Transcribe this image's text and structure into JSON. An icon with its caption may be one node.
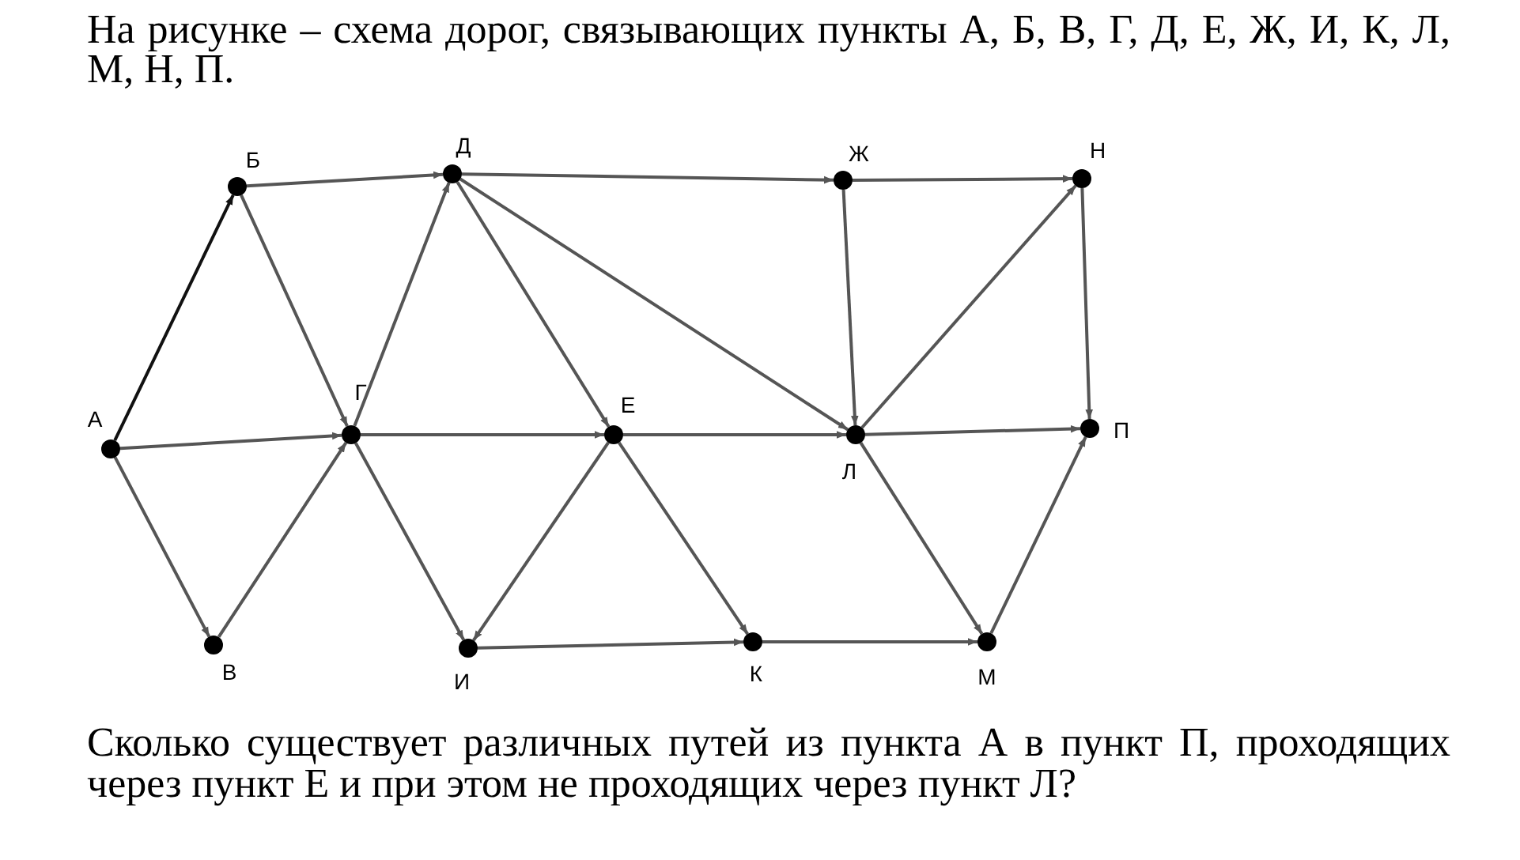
{
  "diagram": {
    "title": "На рисунке – схема дорог, связывающих пункты А, Б, В, Г, Д, Е, Ж, И, К, Л, М, Н, П.",
    "caption": "Сколько существует различных путей из пункта А в пункт П, проходящих через пункт Е и при этом не проходящих через пункт Л?",
    "nodes": [
      {
        "text": [],
        "shape": "circle",
        "beside": [
          "А"
        ]
      },
      {
        "text": [],
        "shape": "circle",
        "beside": [
          "Б"
        ]
      },
      {
        "text": [],
        "shape": "circle",
        "beside": [
          "В"
        ]
      },
      {
        "text": [],
        "shape": "circle",
        "beside": [
          "Г"
        ]
      },
      {
        "text": [],
        "shape": "circle",
        "beside": [
          "Д"
        ]
      },
      {
        "text": [],
        "shape": "circle",
        "beside": [
          "Е"
        ]
      },
      {
        "text": [],
        "shape": "circle",
        "beside": [
          "Ж"
        ]
      },
      {
        "text": [],
        "shape": "circle",
        "beside": [
          "И"
        ]
      },
      {
        "text": [],
        "shape": "circle",
        "beside": [
          "К"
        ]
      },
      {
        "text": [],
        "shape": "circle",
        "beside": [
          "Л"
        ]
      },
      {
        "text": [],
        "shape": "circle",
        "beside": [
          "М"
        ]
      },
      {
        "text": [],
        "shape": "circle",
        "beside": [
          "Н"
        ]
      },
      {
        "text": [],
        "shape": "circle",
        "beside": [
          "П"
        ]
      }
    ],
    "edges": [
      {
        "from": 0,
        "to": 1,
        "arrow": "to",
        "color": "#111111"
      },
      {
        "from": 0,
        "to": 3,
        "arrow": "to"
      },
      {
        "from": 0,
        "to": 2,
        "arrow": "to"
      },
      {
        "from": 1,
        "to": 4,
        "arrow": "to"
      },
      {
        "from": 1,
        "to": 3,
        "arrow": "to"
      },
      {
        "from": 2,
        "to": 3,
        "arrow": "to"
      },
      {
        "from": 3,
        "to": 4,
        "arrow": "to"
      },
      {
        "from": 3,
        "to": 5,
        "arrow": "to"
      },
      {
        "from": 3,
        "to": 7,
        "arrow": "to"
      },
      {
        "from": 4,
        "to": 6,
        "arrow": "to"
      },
      {
        "from": 4,
        "to": 5,
        "arrow": "to"
      },
      {
        "from": 4,
        "to": 9,
        "arrow": "to"
      },
      {
        "from": 5,
        "to": 9,
        "arrow": "to"
      },
      {
        "from": 5,
        "to": 7,
        "arrow": "to"
      },
      {
        "from": 5,
        "to": 8,
        "arrow": "to"
      },
      {
        "from": 6,
        "to": 11,
        "arrow": "to"
      },
      {
        "from": 6,
        "to": 9,
        "arrow": "to"
      },
      {
        "from": 9,
        "to": 11,
        "arrow": "to"
      },
      {
        "from": 9,
        "to": 12,
        "arrow": "to"
      },
      {
        "from": 9,
        "to": 10,
        "arrow": "to"
      },
      {
        "from": 11,
        "to": 12,
        "arrow": "to"
      },
      {
        "from": 7,
        "to": 8,
        "arrow": "to"
      },
      {
        "from": 8,
        "to": 10,
        "arrow": "to"
      },
      {
        "from": 10,
        "to": 12,
        "arrow": "to"
      }
    ]
  }
}
